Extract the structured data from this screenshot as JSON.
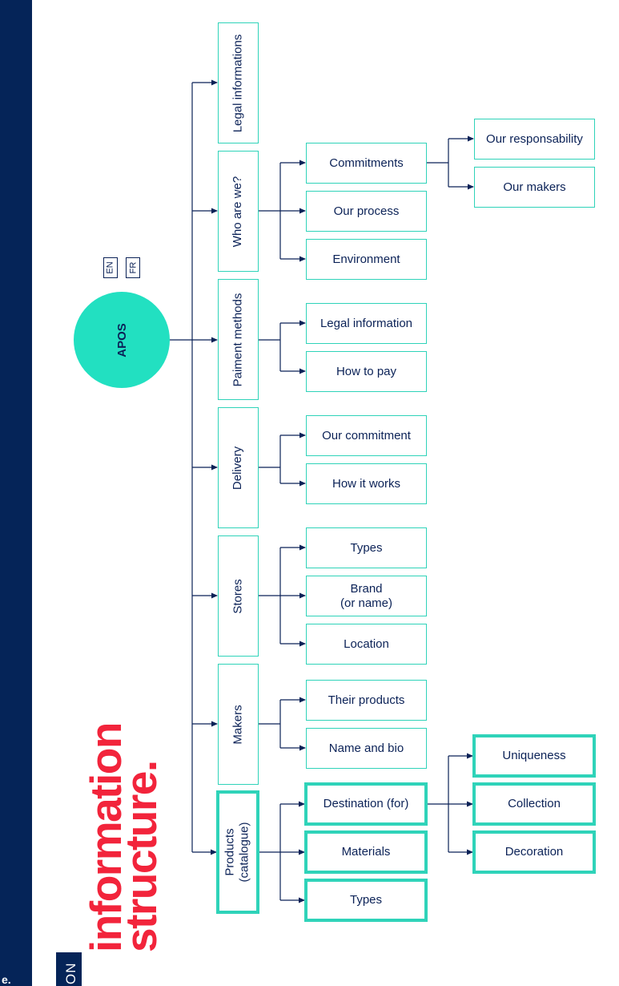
{
  "sidebar": {
    "text": "e."
  },
  "section_tag": "ON",
  "title": {
    "line1": "information",
    "line2": "structure."
  },
  "languages": [
    "EN",
    "FR"
  ],
  "root": {
    "label": "APOS"
  },
  "colors": {
    "navy": "#052458",
    "accent": "#2fd3b9",
    "root_fill": "#22e0c1",
    "title_red": "#f2243b",
    "text": "#0b2257"
  },
  "sections": {
    "legal": "Legal informations",
    "about": "Who are we?",
    "payment": "Paiment methods",
    "delivery": "Delivery",
    "stores": "Stores",
    "makers": "Makers",
    "products": "Products\n(catalogue)"
  },
  "children": {
    "commitments": "Commitments",
    "our_process": "Our process",
    "environment": "Environment",
    "legal_information": "Legal information",
    "how_to_pay": "How to pay",
    "our_commitment": "Our commitment",
    "how_it_works": "How it works",
    "store_types": "Types",
    "brand": "Brand\n(or name)",
    "location": "Location",
    "their_products": "Their products",
    "name_and_bio": "Name and bio",
    "destination": "Destination (for)",
    "materials": "Materials",
    "product_types": "Types"
  },
  "grandchildren": {
    "our_responsability": "Our responsability",
    "our_makers": "Our makers",
    "uniqueness": "Uniqueness",
    "collection": "Collection",
    "decoration": "Decoration"
  }
}
